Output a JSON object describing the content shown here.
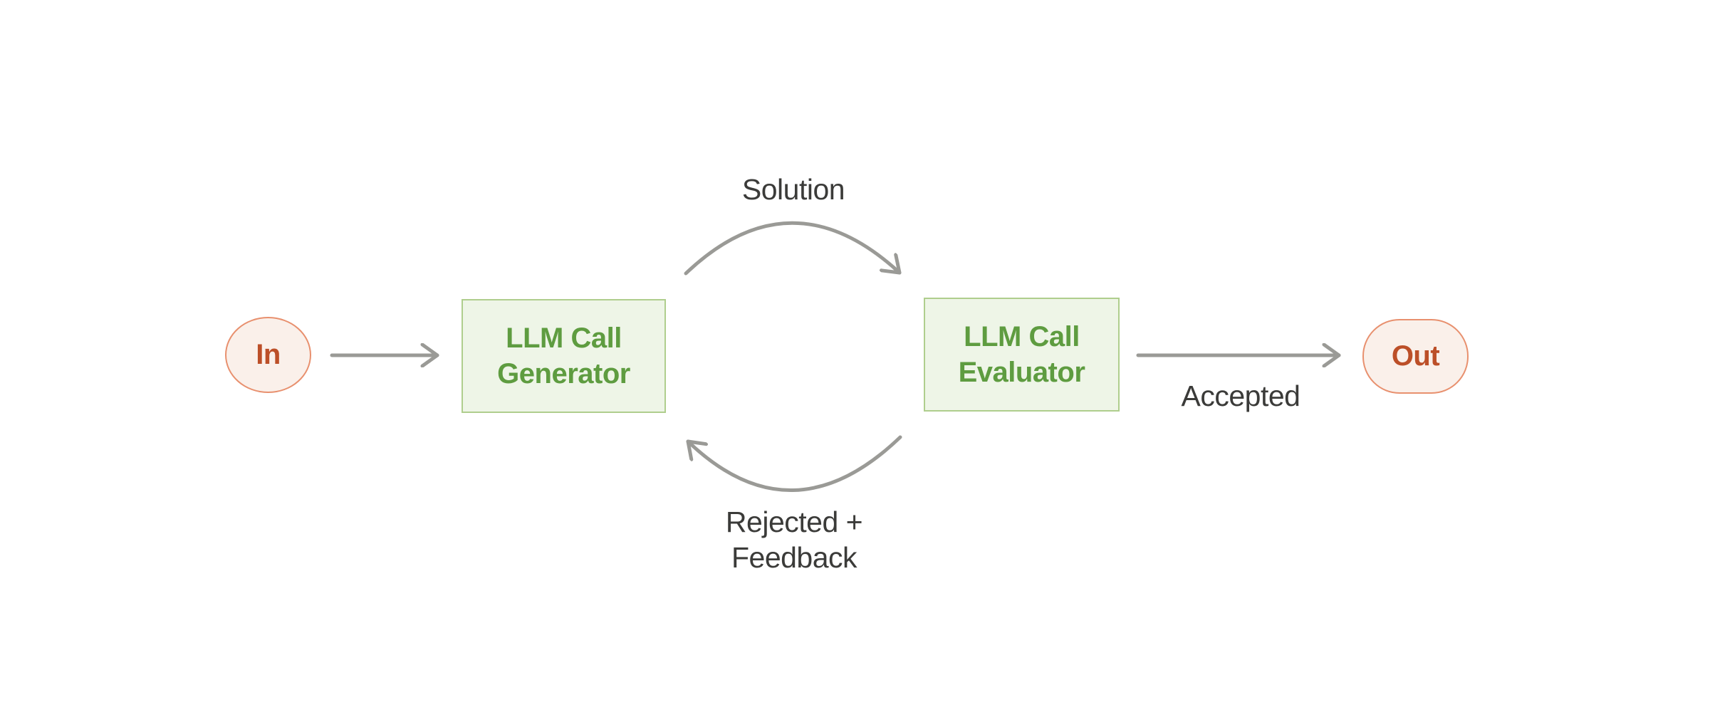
{
  "diagram": {
    "name": "evaluator-optimizer-workflow",
    "nodes": {
      "in": {
        "label": "In",
        "shape": "ellipse"
      },
      "generator": {
        "label_line1": "LLM Call",
        "label_line2": "Generator",
        "shape": "rectangle"
      },
      "evaluator": {
        "label_line1": "LLM Call",
        "label_line2": "Evaluator",
        "shape": "rectangle"
      },
      "out": {
        "label": "Out",
        "shape": "pill"
      }
    },
    "edges": {
      "in_to_generator": {
        "from": "in",
        "to": "generator",
        "label": ""
      },
      "solution": {
        "from": "generator",
        "to": "evaluator",
        "label": "Solution",
        "style": "curved-up"
      },
      "rejected": {
        "from": "evaluator",
        "to": "generator",
        "label_line1": "Rejected +",
        "label_line2": "Feedback",
        "style": "curved-down"
      },
      "accepted": {
        "from": "evaluator",
        "to": "out",
        "label": "Accepted"
      }
    }
  },
  "colors": {
    "background": "#FFFFFF",
    "arrow-color": "#9A9A96",
    "edge-label-color": "#3B3B39",
    "green-node-bg": "#EEF5E7",
    "green-node-border": "#AFCE8D",
    "green-node-text": "#5E9C40",
    "pink-node-bg": "#FAF0EA",
    "pink-node-border": "#E8906E",
    "pink-node-text": "#BC4F28"
  }
}
